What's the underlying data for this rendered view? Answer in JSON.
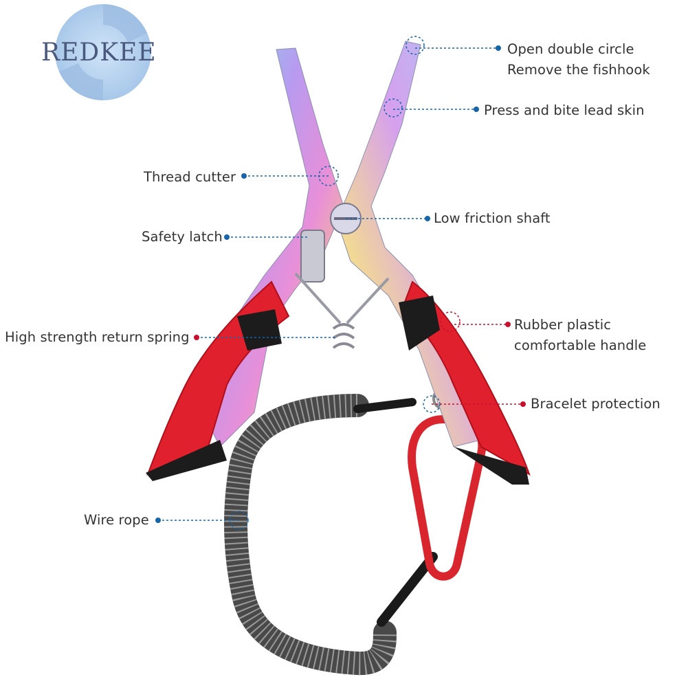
{
  "brand": {
    "logo_text": "REDKEE"
  },
  "colors": {
    "blue_callout": "#1565a8",
    "red_callout": "#c8102e",
    "handle_red": "#e0202c",
    "logo_text": "#4a5a7e"
  },
  "callouts": [
    {
      "id": "open-double-circle",
      "lines": [
        "Open double circle",
        "Remove the fishhook"
      ],
      "color": "blue"
    },
    {
      "id": "press-bite-lead-skin",
      "lines": [
        "Press and bite lead skin"
      ],
      "color": "blue"
    },
    {
      "id": "thread-cutter",
      "lines": [
        "Thread cutter"
      ],
      "color": "blue"
    },
    {
      "id": "low-friction-shaft",
      "lines": [
        "Low friction shaft"
      ],
      "color": "blue"
    },
    {
      "id": "safety-latch",
      "lines": [
        "Safety latch"
      ],
      "color": "blue"
    },
    {
      "id": "rubber-plastic-handle",
      "lines": [
        "Rubber plastic",
        "comfortable handle"
      ],
      "color": "red"
    },
    {
      "id": "return-spring",
      "lines": [
        "High strength return spring"
      ],
      "color": "red"
    },
    {
      "id": "bracelet-protection",
      "lines": [
        "Bracelet protection"
      ],
      "color": "red"
    },
    {
      "id": "wire-rope",
      "lines": [
        "Wire rope"
      ],
      "color": "blue"
    }
  ]
}
